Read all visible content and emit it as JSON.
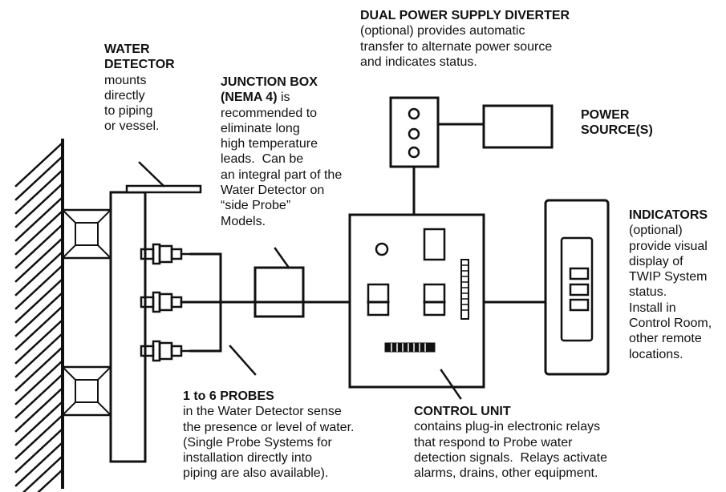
{
  "water_detector": {
    "title_lines": [
      "WATER",
      "DETECTOR"
    ],
    "body_lines": [
      "mounts",
      "directly",
      "to piping",
      "or vessel."
    ]
  },
  "junction_box": {
    "title_lines": [
      "JUNCTION BOX",
      "(NEMA 4)"
    ],
    "title_suffix": " is",
    "body_lines": [
      "recommended to",
      "eliminate long",
      "high temperature",
      "leads.  Can be",
      "an integral part of the",
      "Water Detector on",
      "“side Probe”",
      "Models."
    ]
  },
  "dual_power_supply_diverter": {
    "title": "DUAL POWER SUPPLY DIVERTER",
    "body_lines": [
      "(optional) provides automatic",
      "transfer to alternate power source",
      "and indicates status."
    ]
  },
  "power_source": {
    "title_lines": [
      "POWER",
      "SOURCE(S)"
    ]
  },
  "indicators": {
    "title": "INDICATORS",
    "body_lines": [
      "(optional)",
      "provide visual",
      "display of",
      "TWIP System",
      "status.",
      "Install in",
      "Control Room,",
      "other remote",
      "locations."
    ]
  },
  "probes": {
    "title": "1 to 6 PROBES",
    "body_lines": [
      "in the Water Detector sense",
      "the presence or level of water.",
      "(Single Probe Systems for",
      "installation directly into",
      "piping are also available)."
    ]
  },
  "control_unit": {
    "title": "CONTROL UNIT",
    "body_lines": [
      "contains plug-in electronic relays",
      "that respond to Probe water",
      "detection signals.  Relays activate",
      "alarms, drains, other equipment."
    ]
  },
  "colors": {
    "ink": "#111111",
    "background": "#ffffff"
  }
}
